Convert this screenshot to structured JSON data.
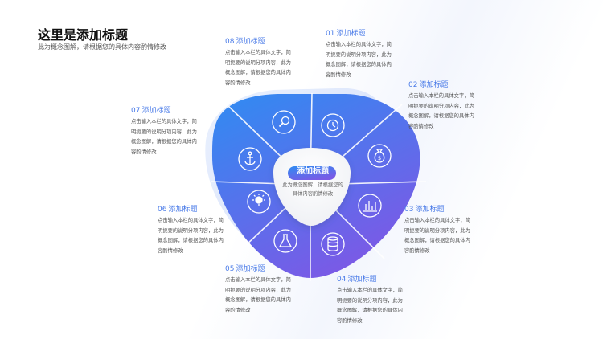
{
  "header": {
    "title": "这里是添加标题",
    "subtitle": "此为概念图解，请根据您的具体内容酌情修改"
  },
  "center": {
    "title": "添加标题",
    "desc_line1": "此为概念图解，请根据您的",
    "desc_line2": "具体内容酌情修改"
  },
  "items": [
    {
      "num": "01",
      "title": "添加标题",
      "icon": "clock-icon",
      "lines": [
        "点击输入本栏的具体文字，简",
        "明扼要的说明分项内容，此为",
        "概念图解，请根据您的具体内",
        "容酌情修改"
      ]
    },
    {
      "num": "02",
      "title": "添加标题",
      "icon": "money-bag-icon",
      "lines": [
        "点击输入本栏的具体文字，简",
        "明扼要的说明分项内容，此为",
        "概念图解，请根据您的具体内",
        "容酌情修改"
      ]
    },
    {
      "num": "03",
      "title": "添加标题",
      "icon": "bar-chart-icon",
      "lines": [
        "点击输入本栏的具体文字，简",
        "明扼要的说明分项内容，此为",
        "概念图解，请根据您的具体内",
        "容酌情修改"
      ]
    },
    {
      "num": "04",
      "title": "添加标题",
      "icon": "coin-stack-icon",
      "lines": [
        "点击输入本栏的具体文字，简",
        "明扼要的说明分项内容，此为",
        "概念图解，请根据您的具体内",
        "容酌情修改"
      ]
    },
    {
      "num": "05",
      "title": "添加标题",
      "icon": "flask-icon",
      "lines": [
        "点击输入本栏的具体文字，简",
        "明扼要的说明分项内容，此为",
        "概念图解，请根据您的具体内",
        "容酌情修改"
      ]
    },
    {
      "num": "06",
      "title": "添加标题",
      "icon": "lightbulb-icon",
      "lines": [
        "点击输入本栏的具体文字，简",
        "明扼要的说明分项内容，此为",
        "概念图解，请根据您的具体内",
        "容酌情修改"
      ]
    },
    {
      "num": "07",
      "title": "添加标题",
      "icon": "anchor-icon",
      "lines": [
        "点击输入本栏的具体文字，简",
        "明扼要的说明分项内容，此为",
        "概念图解，请根据您的具体内",
        "容酌情修改"
      ]
    },
    {
      "num": "08",
      "title": "添加标题",
      "icon": "search-icon",
      "lines": [
        "点击输入本栏的具体文字，简",
        "明扼要的说明分项内容，此为",
        "概念图解，请根据您的具体内",
        "容酌情修改"
      ]
    }
  ],
  "colors": {
    "accent": "#4a7be8",
    "gradient_start": "#2f8cf2",
    "gradient_end": "#7a5ae6",
    "shadow_shape": "#d4e0fb"
  }
}
